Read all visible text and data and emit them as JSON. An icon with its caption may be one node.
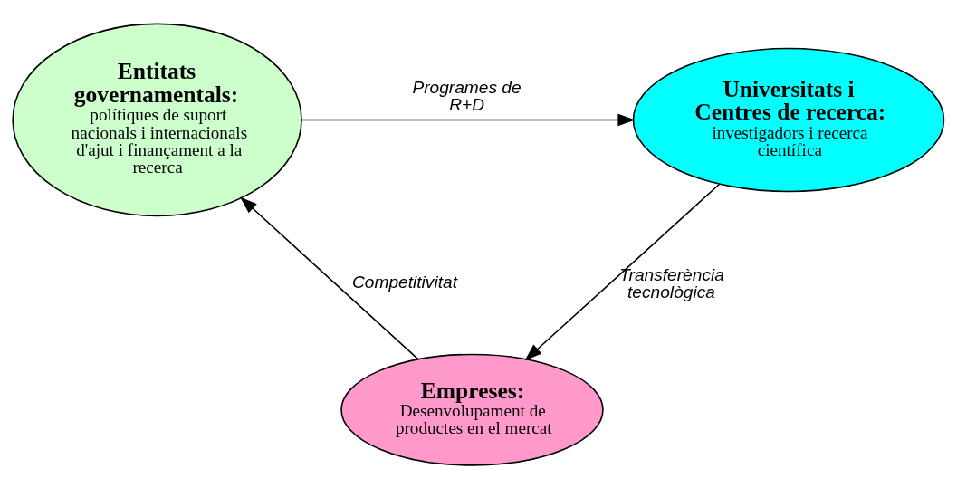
{
  "diagram": {
    "nodes": [
      {
        "text": [
          "Universitats i Centres de recerca:",
          "investigadors i recerca científica"
        ]
      },
      {
        "text": [
          "Entitats governamentals:",
          "polítiques de suport nacionals i internacionals d'ajut i finançament a la recerca"
        ]
      },
      {
        "text": [
          "Empreses:",
          "Desenvolupament de productes en el mercat"
        ]
      }
    ],
    "edges": [
      {
        "from": 1,
        "to": 0,
        "arrow": "to",
        "label": "Programes de R+D"
      },
      {
        "from": 0,
        "to": 2,
        "arrow": "to",
        "label": "Transferència tecnològica"
      },
      {
        "from": 2,
        "to": 1,
        "arrow": "to",
        "label": "Competitivitat"
      }
    ]
  }
}
